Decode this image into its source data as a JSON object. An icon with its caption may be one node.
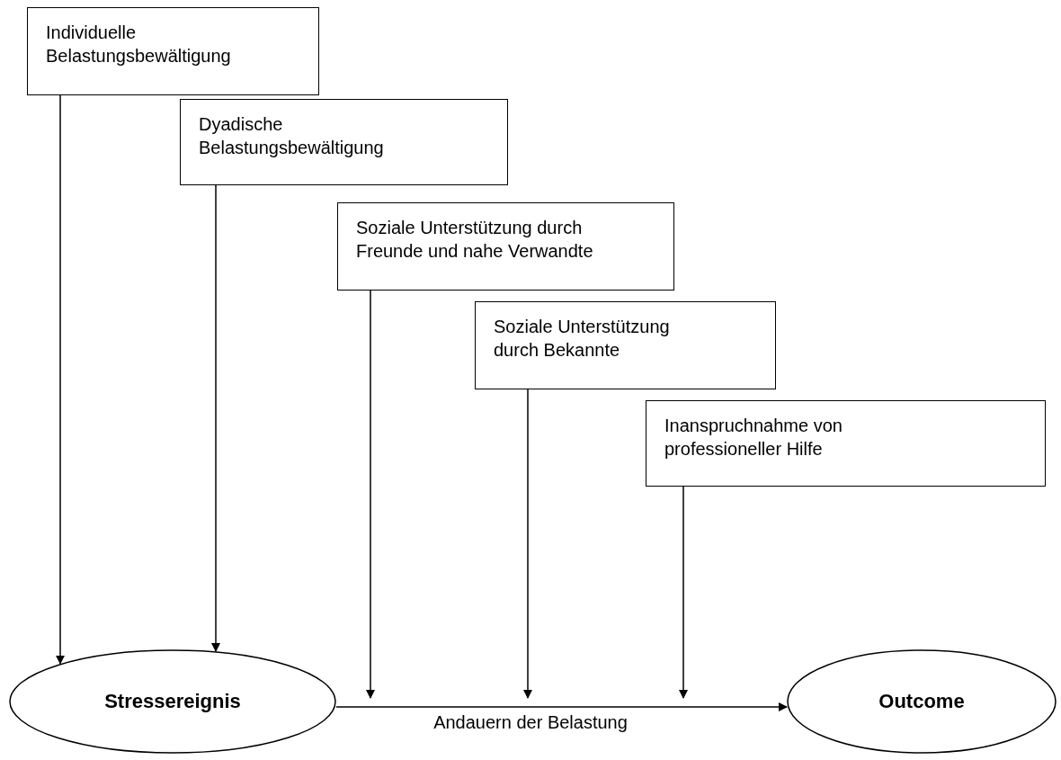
{
  "diagram": {
    "nodes": [
      {
        "text": [
          "Individuelle Belastungsbewältigung"
        ]
      },
      {
        "text": [
          "Dyadische Belastungsbewältigung"
        ]
      },
      {
        "text": [
          "Soziale Unterstützung durch Freunde und nahe Verwandte"
        ]
      },
      {
        "text": [
          "Soziale Unterstützung durch Bekannte"
        ]
      },
      {
        "text": [
          "Inanspruchnahme von professioneller Hilfe"
        ]
      },
      {
        "text": [
          "Stressereignis"
        ]
      },
      {
        "text": [
          "Outcome"
        ]
      }
    ],
    "edges": [
      {
        "from": 0,
        "to": 5,
        "arrow": "to"
      },
      {
        "from": 1,
        "to": 5,
        "arrow": "to"
      },
      {
        "from": 2,
        "to": null,
        "arrow": "to"
      },
      {
        "from": 3,
        "to": null,
        "arrow": "to"
      },
      {
        "from": 4,
        "to": null,
        "arrow": "to"
      },
      {
        "from": 5,
        "to": 6,
        "arrow": "to",
        "label": "Andauern der Belastung"
      }
    ]
  }
}
